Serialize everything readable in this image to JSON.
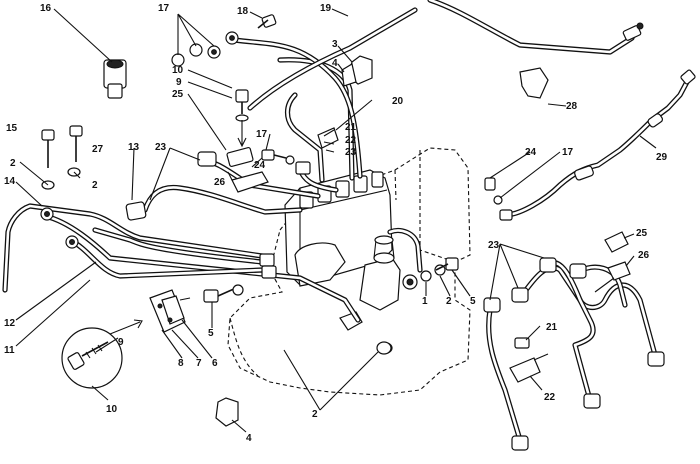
{
  "labels": {
    "l16": "16",
    "l17a": "17",
    "l18": "18",
    "l19": "19",
    "l3": "3",
    "l4a": "4",
    "l28": "28",
    "l10a": "10",
    "l9a": "9",
    "l25a": "25",
    "l20": "20",
    "l21a": "21",
    "l22a": "22",
    "l23a": "23",
    "l17b": "17",
    "l24a": "24",
    "l26a": "26",
    "l15": "15",
    "l27": "27",
    "l2a": "2",
    "l2b": "2",
    "l14": "14",
    "l13": "13",
    "l23b": "23",
    "l24b": "24",
    "l17c": "17",
    "l29": "29",
    "l12": "12",
    "l11": "11",
    "l1": "1",
    "l2c": "2",
    "l5a": "5",
    "l5b": "5",
    "l9b": "9",
    "l8": "8",
    "l7": "7",
    "l6": "6",
    "l10b": "10",
    "l2d": "2",
    "l4b": "4",
    "l23c": "23",
    "l25b": "25",
    "l26b": "26",
    "l21b": "21",
    "l22b": "22"
  }
}
